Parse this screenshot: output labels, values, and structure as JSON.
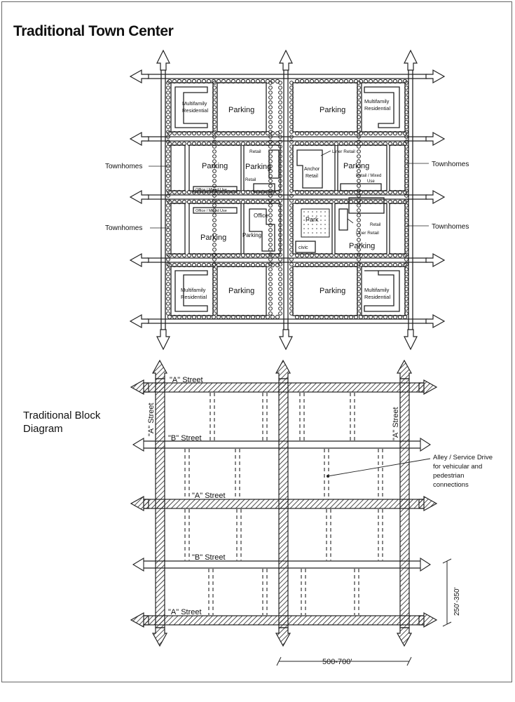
{
  "title": "Traditional Town Center",
  "subtitle_line1": "Traditional Block",
  "subtitle_line2": "Diagram",
  "town_plan": {
    "labels": {
      "townhomes": "Townhomes",
      "multifamily_1": "Multifamily",
      "multifamily_2": "Residential",
      "parking": "Parking",
      "retail": "Retail",
      "liner_retail": "Liner Retail",
      "anchor_1": "Anchor",
      "anchor_2": "Retail",
      "retail_mixed_1": "Retail / Mixed",
      "retail_mixed_2": "Use",
      "office_mixed": "Office / Mixed Use",
      "office": "Office",
      "park": "Park",
      "civic": "civic"
    }
  },
  "block_diagram": {
    "labels": {
      "a_street": "\"A\" Street",
      "b_street": "\"B\" Street",
      "alley_1": "Alley / Service Drive",
      "alley_2": "for vehicular and",
      "alley_3": "pedestrian",
      "alley_4": "connections",
      "dim_height": "250'-350'",
      "dim_width": "500-700'"
    }
  }
}
